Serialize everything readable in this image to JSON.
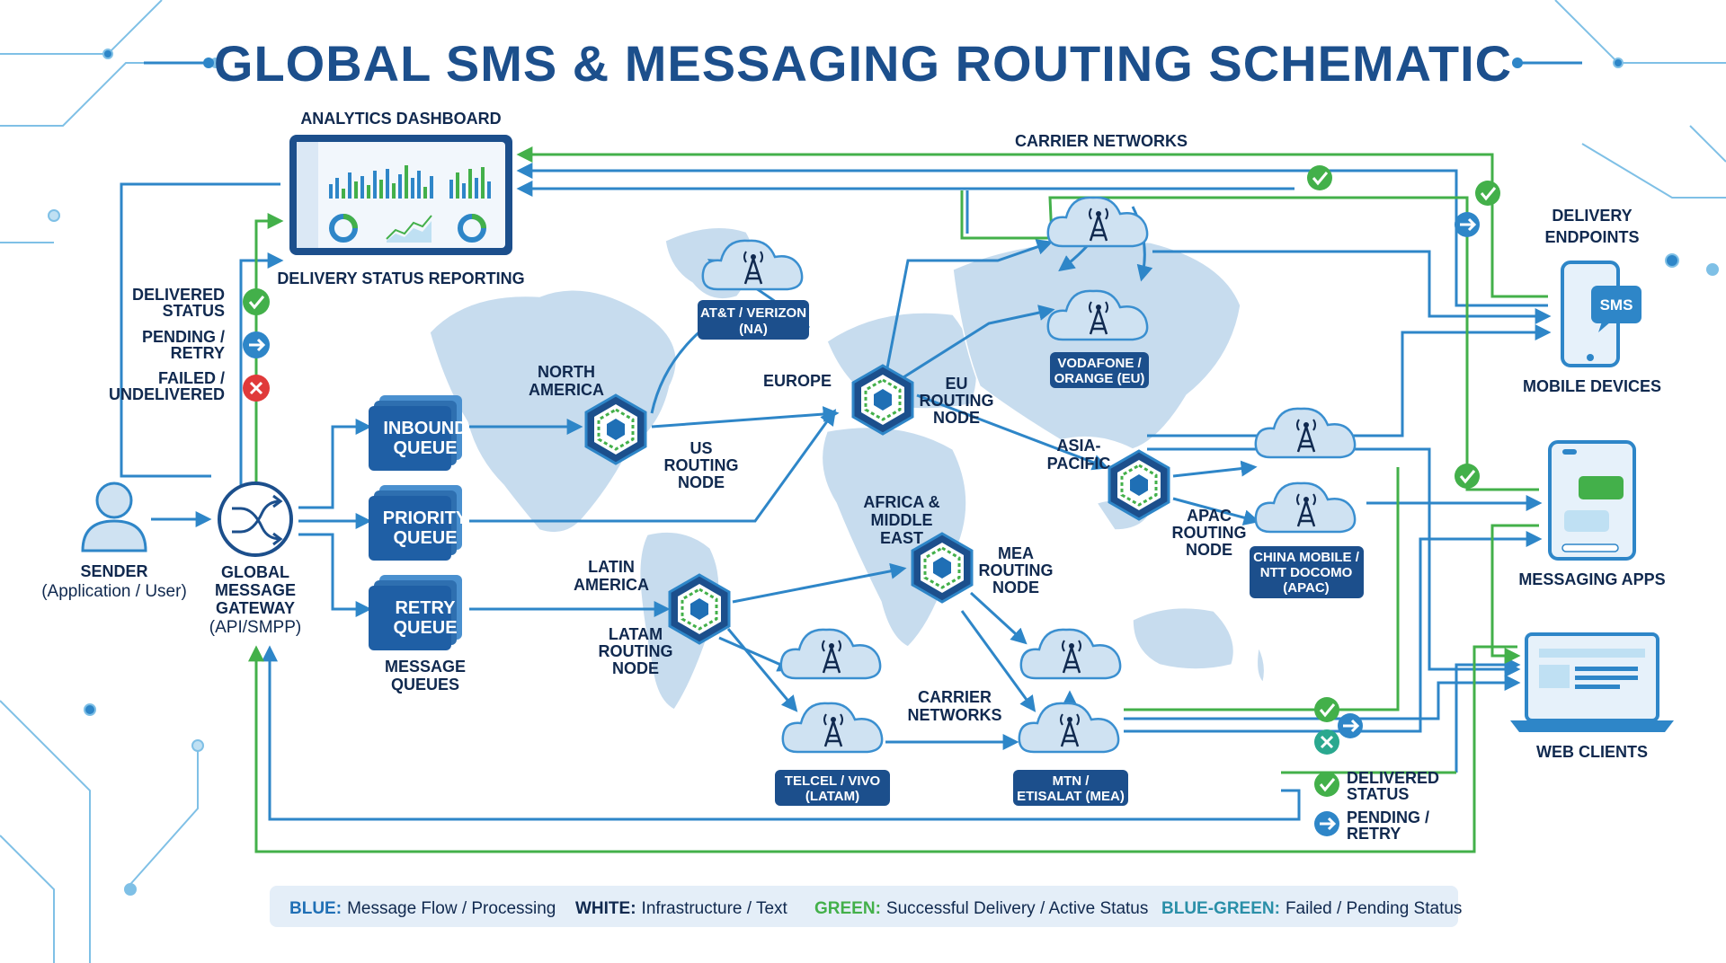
{
  "title": "GLOBAL SMS & MESSAGING ROUTING SCHEMATIC",
  "dashboard": {
    "heading": "ANALYTICS DASHBOARD",
    "caption": "DELIVERY STATUS REPORTING"
  },
  "status_key": [
    {
      "label_line1": "DELIVERED",
      "label_line2": "STATUS",
      "icon": "check-icon",
      "color": "#43b04a"
    },
    {
      "label_line1": "PENDING /",
      "label_line2": "RETRY",
      "icon": "arrow-right-icon",
      "color": "#2e86c8"
    },
    {
      "label_line1": "FAILED /",
      "label_line2": "UNDELIVERED",
      "icon": "x-icon",
      "color": "#e03a3a"
    }
  ],
  "sender": {
    "line1": "SENDER",
    "line2": "(Application / User)"
  },
  "gateway": {
    "line1": "GLOBAL",
    "line2": "MESSAGE",
    "line3": "GATEWAY",
    "line4": "(API/SMPP)"
  },
  "queues": [
    {
      "line1": "INBOUND",
      "line2": "QUEUE"
    },
    {
      "line1": "PRIORITY",
      "line2": "QUEUE"
    },
    {
      "line1": "RETRY",
      "line2": "QUEUE"
    }
  ],
  "queues_caption": {
    "line1": "MESSAGE",
    "line2": "QUEUES"
  },
  "regions": {
    "north_america": {
      "line1": "NORTH",
      "line2": "AMERICA"
    },
    "europe": "EUROPE",
    "asia_pacific": {
      "line1": "ASIA-",
      "line2": "PACIFIC"
    },
    "africa": {
      "line1": "AFRICA &",
      "line2": "MIDDLE",
      "line3": "EAST"
    },
    "latin_america": {
      "line1": "LATIN",
      "line2": "AMERICA"
    }
  },
  "nodes": {
    "us": {
      "line1": "US",
      "line2": "ROUTING",
      "line3": "NODE"
    },
    "eu": {
      "line1": "EU",
      "line2": "ROUTING",
      "line3": "NODE"
    },
    "apac": {
      "line1": "APAC",
      "line2": "ROUTING",
      "line3": "NODE"
    },
    "mea": {
      "line1": "MEA",
      "line2": "ROUTING",
      "line3": "NODE"
    },
    "latam": {
      "line1": "LATAM",
      "line2": "ROUTING",
      "line3": "NODE"
    }
  },
  "carrier_networks_top": "CARRIER NETWORKS",
  "carrier_networks_bottom": {
    "line1": "CARRIER",
    "line2": "NETWORKS"
  },
  "carriers": {
    "att": {
      "line1": "AT&T / VERIZON",
      "line2": "(NA)"
    },
    "vodafone": {
      "line1": "VODAFONE /",
      "line2": "ORANGE (EU)"
    },
    "china": {
      "line1": "CHINA MOBILE /",
      "line2": "NTT DOCOMO",
      "line3": "(APAC)"
    },
    "telcel": {
      "line1": "TELCEL / VIVO",
      "line2": "(LATAM)"
    },
    "mtn": {
      "line1": "MTN /",
      "line2": "ETISALAT (MEA)"
    }
  },
  "endpoints": {
    "heading_line1": "DELIVERY",
    "heading_line2": "ENDPOINTS",
    "sms_badge": "SMS",
    "mobile": "MOBILE DEVICES",
    "apps": "MESSAGING APPS",
    "web": "WEB CLIENTS"
  },
  "bottom_status": [
    {
      "line1": "DELIVERED",
      "line2": "STATUS"
    },
    {
      "line1": "PENDING /",
      "line2": "RETRY"
    }
  ],
  "legend": [
    {
      "key": "BLUE:",
      "value": "Message Flow / Processing",
      "color": "#1f6fb5"
    },
    {
      "key": "WHITE:",
      "value": "Infrastructure / Text",
      "color": "#10294f"
    },
    {
      "key": "GREEN:",
      "value": "Successful Delivery / Active Status",
      "color": "#43b04a"
    },
    {
      "key": "BLUE-GREEN:",
      "value": "Failed / Pending Status",
      "color": "#2a8fa8"
    }
  ],
  "colors": {
    "blue": "#2e86c8",
    "dark_blue": "#1c4f8c",
    "green": "#43b04a",
    "red": "#e03a3a",
    "map": "#c7dcee"
  }
}
